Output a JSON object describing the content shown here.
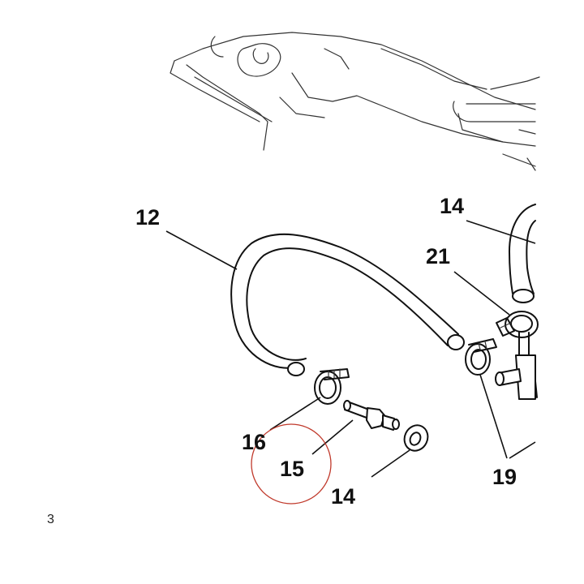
{
  "diagram": {
    "callouts": {
      "hose": "12",
      "washer_right": "14",
      "washer_bottom": "14",
      "fitting": "15",
      "clamp_left": "16",
      "clamps_right": "19",
      "clamp_top_right": "21"
    },
    "stray_mark": "3",
    "colors": {
      "line": "#111111",
      "background": "#ffffff",
      "highlight_circle": "#c0392b"
    }
  }
}
